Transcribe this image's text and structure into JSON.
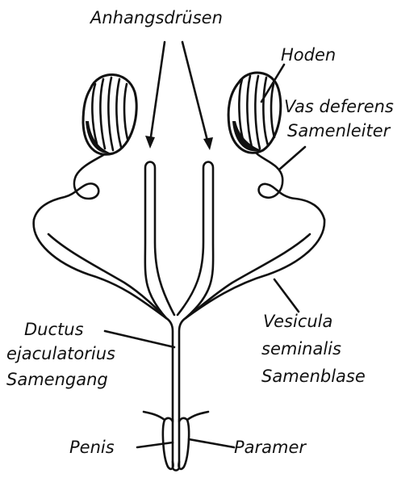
{
  "labels": {
    "anhangsdruesen": "Anhangsdrüsen",
    "hoden": "Hoden",
    "vas_deferens": "Vas deferens",
    "samenleiter": "Samenleiter",
    "ductus": "Ductus",
    "ejaculatorius": "ejaculatorius",
    "samengang": "Samengang",
    "vesicula": "Vesicula",
    "seminalis": "seminalis",
    "samenblase": "Samenblase",
    "penis": "Penis",
    "paramer": "Paramer"
  }
}
